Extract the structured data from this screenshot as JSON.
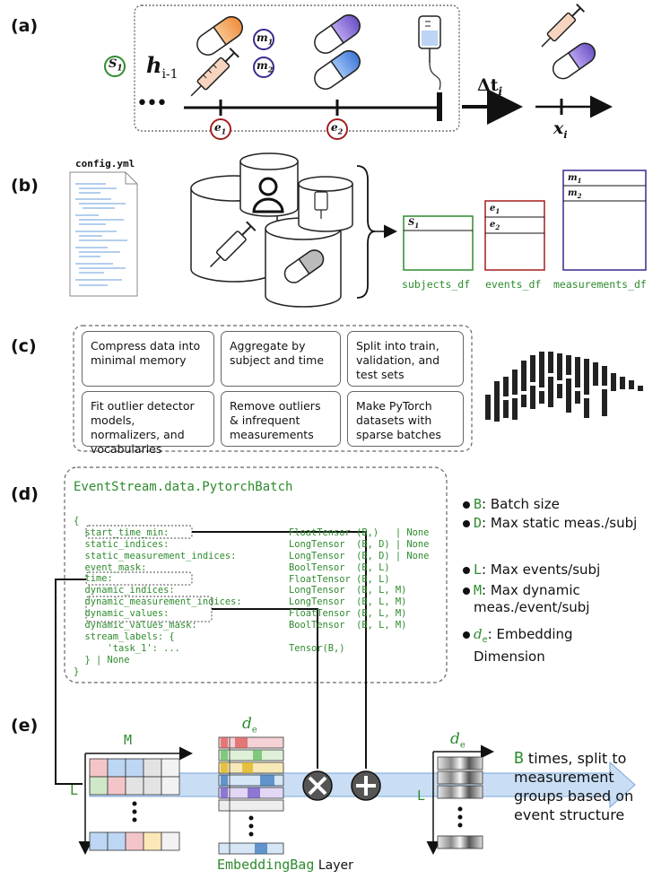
{
  "panels": {
    "a": "(a)",
    "b": "(b)",
    "c": "(c)",
    "d": "(d)",
    "e": "(e)"
  },
  "panel_a": {
    "subject": "S",
    "subject_sub": "1",
    "history": "h",
    "history_sub": "i-1",
    "m1": "m",
    "m1_sub": "1",
    "m2": "m",
    "m2_sub": "2",
    "e1": "e",
    "e1_sub": "1",
    "e2": "e",
    "e2_sub": "2",
    "ellipsis": "•••",
    "delta": "Δt",
    "delta_sub": "i",
    "x": "x",
    "x_sub": "i"
  },
  "panel_b": {
    "config_file": "config.yml",
    "subjects_df": "subjects_df",
    "events_df": "events_df",
    "measurements_df": "measurements_df",
    "s1": "S",
    "s1_sub": "1",
    "e1": "e",
    "e1_sub": "1",
    "e2": "e",
    "e2_sub": "2",
    "m1": "m",
    "m1_sub": "1",
    "m2": "m",
    "m2_sub": "2"
  },
  "panel_c": {
    "steps": [
      "Compress data into minimal memory",
      "Aggregate by subject and time",
      "Split into train, validation, and test sets",
      "Fit outlier detector models, normalizers, and vocabularies",
      "Remove outliers & infrequent measurements",
      "Make PyTorch datasets with sparse batches"
    ]
  },
  "panel_d": {
    "class_name": "EventStream.data.PytorchBatch",
    "code_lines": [
      "{",
      "  start_time_min:",
      "  static_indices:",
      "  static_measurement_indices:",
      "  event_mask:",
      "  time:",
      "  dynamic_indices:",
      "  dynamic_measurement_indices:",
      "  dynamic_values:",
      "  dynamic_values_mask:",
      "  stream_labels: {",
      "      'task_1': ...",
      "  } | None",
      "}"
    ],
    "type_lines": [
      "FloatTensor (B,)   | None",
      "LongTensor  (B, D) | None",
      "LongTensor  (B, D) | None",
      "BoolTensor  (B, L)",
      "FloatTensor (B, L)",
      "LongTensor  (B, L, M)",
      "LongTensor  (B, L, M)",
      "FloatTensor (B, L, M)",
      "BoolTensor  (B, L, M)",
      "",
      "Tensor(B,)"
    ],
    "legend": [
      {
        "key": "B",
        "text": ": Batch size"
      },
      {
        "key": "D",
        "text": ": Max static meas./subj"
      },
      {
        "key": "L",
        "text": ": Max events/subj"
      },
      {
        "key": "M",
        "text": ": Max dynamic meas./event/subj"
      },
      {
        "key": "d",
        "key_sub": "e",
        "text": ": Embedding Dimension"
      }
    ]
  },
  "panel_e": {
    "axis_m": "M",
    "axis_l": "L",
    "axis_l2": "L",
    "de1": "d",
    "de1_sub": "e",
    "de2": "d",
    "de2_sub": "e",
    "layer_name": "EmbeddingBag",
    "layer_suffix": " Layer",
    "result_key": "B",
    "result_text": " times, split to measurement groups based on event structure"
  },
  "colors": {
    "green": "#2e8b2e",
    "red": "#a31f1f",
    "purple": "#3a2a8c",
    "orange": "#f5a25a",
    "violet": "#8c6fd6",
    "blue": "#5b8fe0"
  }
}
